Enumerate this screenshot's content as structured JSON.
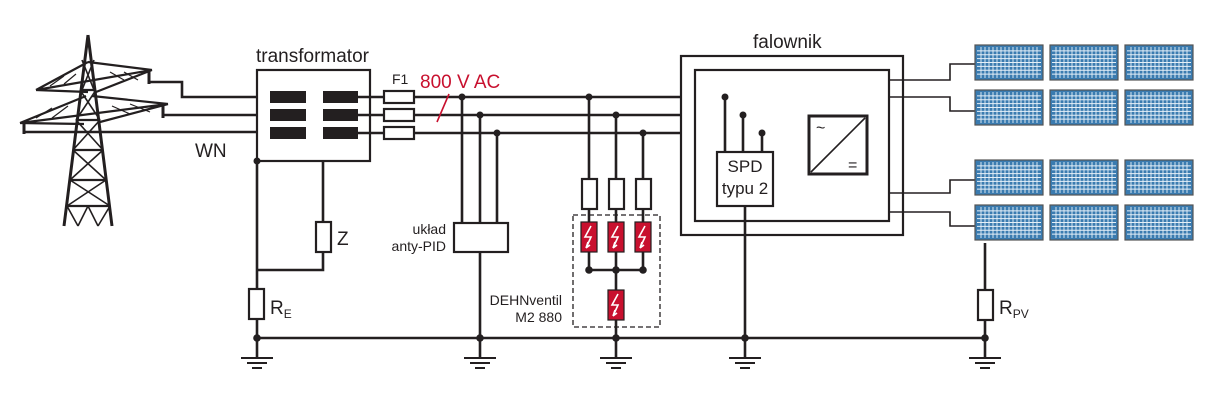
{
  "diagram": {
    "title": "Schemat ochrony przepięciowej instalacji PV z transformatorem",
    "labels": {
      "grid": "WN",
      "transformer": "transformator",
      "fuse": "F1",
      "voltage": "800 V AC",
      "anti_pid_line1": "układ",
      "anti_pid_line2": "anty-PID",
      "spd_device_line1": "DEHNventil",
      "spd_device_line2": "M2 880",
      "inverter": "falownik",
      "inverter_spd_line1": "SPD",
      "inverter_spd_line2": "typu 2",
      "impedance": "Z",
      "earth_resistance": "R",
      "earth_resistance_sub": "E",
      "pv_resistance": "R",
      "pv_resistance_sub": "PV",
      "converter_ac_symbol": "~",
      "converter_dc_symbol": "="
    },
    "colors": {
      "line": "#231f20",
      "voltage_text": "#c8102e",
      "spd_fill": "#c8102e",
      "pv_panel": "#3a7bb0"
    },
    "pv_array": {
      "rows": 4,
      "columns": 3
    }
  }
}
